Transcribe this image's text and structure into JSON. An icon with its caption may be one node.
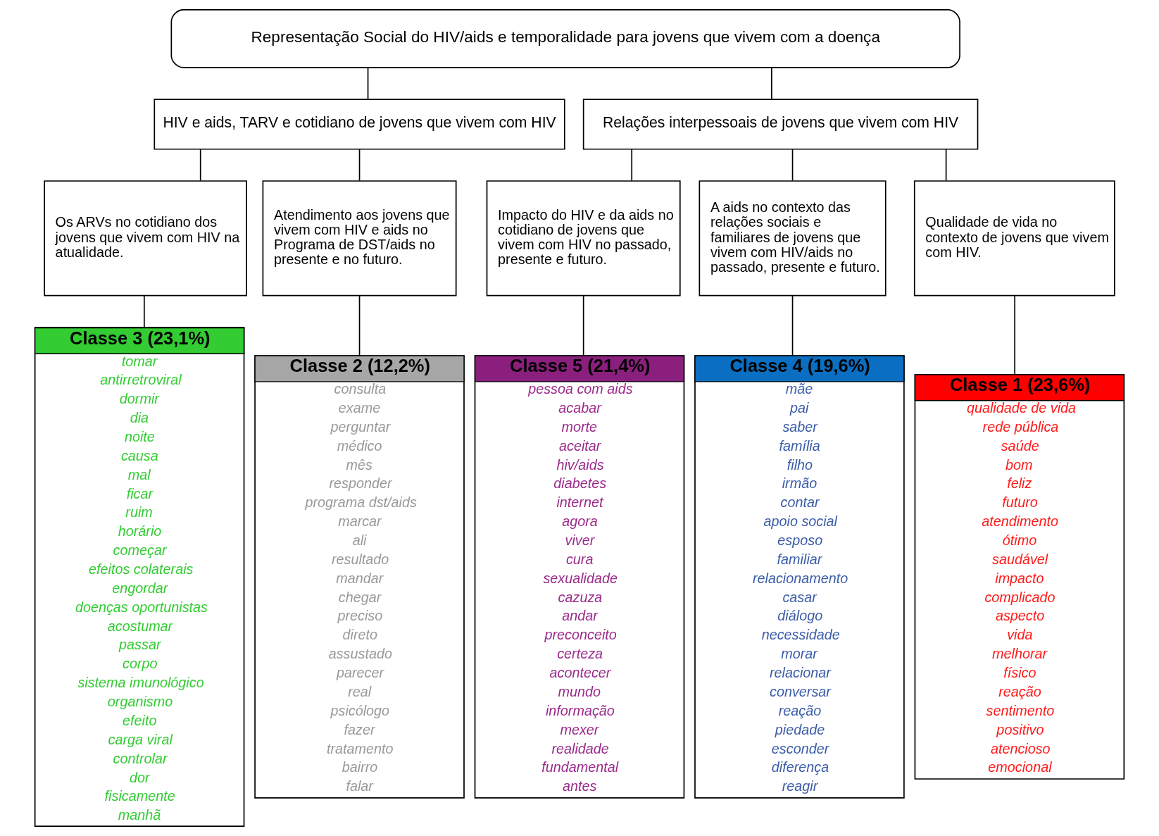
{
  "diagram": {
    "nodes": [
      {
        "text": [
          "Representação Social do HIV/aids e temporalidade para jovens que vivem com a doença"
        ]
      },
      {
        "text": [
          "HIV e aids, TARV e cotidiano de jovens que vivem com HIV"
        ]
      },
      {
        "text": [
          "Relações interpessoais de jovens que vivem com HIV"
        ]
      },
      {
        "text": [
          "Os ARVs no cotidiano dos jovens que vivem com HIV na atualidade."
        ]
      },
      {
        "text": [
          "Atendimento aos jovens que vivem com HIV e aids no Programa de DST/aids no presente e no futuro."
        ]
      },
      {
        "text": [
          "Impacto do HIV e da aids no cotidiano de jovens que vivem com HIV no passado, presente e futuro."
        ]
      },
      {
        "text": [
          "A aids no contexto das relações sociais e familiares de jovens que vivem com HIV/aids no passado, presente e futuro."
        ]
      },
      {
        "text": [
          "Qualidade de vida no contexto de jovens que vivem com HIV."
        ]
      },
      {
        "text": [
          "Classe 3 (23,1%)",
          "tomar",
          "antirretroviral",
          "dormir",
          "dia",
          "noite",
          "causa",
          "mal",
          "ficar",
          "ruim",
          "horário",
          "começar",
          "efeitos colaterais",
          "engordar",
          "doenças oportunistas",
          "acostumar",
          "passar",
          "corpo",
          "sistema imunológico",
          "organismo",
          "efeito",
          "carga viral",
          "controlar",
          "dor",
          "fisicamente",
          "manhã"
        ]
      },
      {
        "text": [
          "Classe 2 (12,2%)",
          "consulta",
          "exame",
          "perguntar",
          "médico",
          "mês",
          "responder",
          "programa dst/aids",
          "marcar",
          "ali",
          "resultado",
          "mandar",
          "chegar",
          "preciso",
          "direto",
          "assustado",
          "parecer",
          "real",
          "psicólogo",
          "fazer",
          "tratamento",
          "bairro",
          "falar"
        ]
      },
      {
        "text": [
          "Classe 5 (21,4%)",
          "pessoa com aids",
          "acabar",
          "morte",
          "aceitar",
          "hiv/aids",
          "diabetes",
          "internet",
          "agora",
          "viver",
          "cura",
          "sexualidade",
          "cazuza",
          "andar",
          "preconceito",
          "certeza",
          "acontecer",
          "mundo",
          "informação",
          "mexer",
          "realidade",
          "fundamental",
          "antes"
        ]
      },
      {
        "text": [
          "Classe 4 (19,6%)",
          "mãe",
          "pai",
          "saber",
          "família",
          "filho",
          "irmão",
          "contar",
          "apoio social",
          "esposo",
          "familiar",
          "relacionamento",
          "casar",
          "diálogo",
          "necessidade",
          "morar",
          "relacionar",
          "conversar",
          "reação",
          "piedade",
          "esconder",
          "diferença",
          "reagir"
        ]
      },
      {
        "text": [
          "Classe 1 (23,6%)",
          "qualidade de vida",
          "rede pública",
          "saúde",
          "bom",
          "feliz",
          "futuro",
          "atendimento",
          "ótimo",
          "saudável",
          "impacto",
          "complicado",
          "aspecto",
          "vida",
          "melhorar",
          "físico",
          "reação",
          "sentimento",
          "positivo",
          "atencioso",
          "emocional"
        ]
      }
    ],
    "edges": [
      {
        "from": 0,
        "to": 1,
        "arrow": "none"
      },
      {
        "from": 0,
        "to": 2,
        "arrow": "none"
      },
      {
        "from": 1,
        "to": 3,
        "arrow": "none"
      },
      {
        "from": 1,
        "to": 4,
        "arrow": "none"
      },
      {
        "from": 2,
        "to": 5,
        "arrow": "none"
      },
      {
        "from": 2,
        "to": 6,
        "arrow": "none"
      },
      {
        "from": 2,
        "to": 7,
        "arrow": "none"
      },
      {
        "from": 3,
        "to": 8,
        "arrow": "none"
      },
      {
        "from": 4,
        "to": 9,
        "arrow": "none"
      },
      {
        "from": 5,
        "to": 10,
        "arrow": "none"
      },
      {
        "from": 6,
        "to": 11,
        "arrow": "none"
      },
      {
        "from": 7,
        "to": 12,
        "arrow": "none"
      }
    ]
  }
}
